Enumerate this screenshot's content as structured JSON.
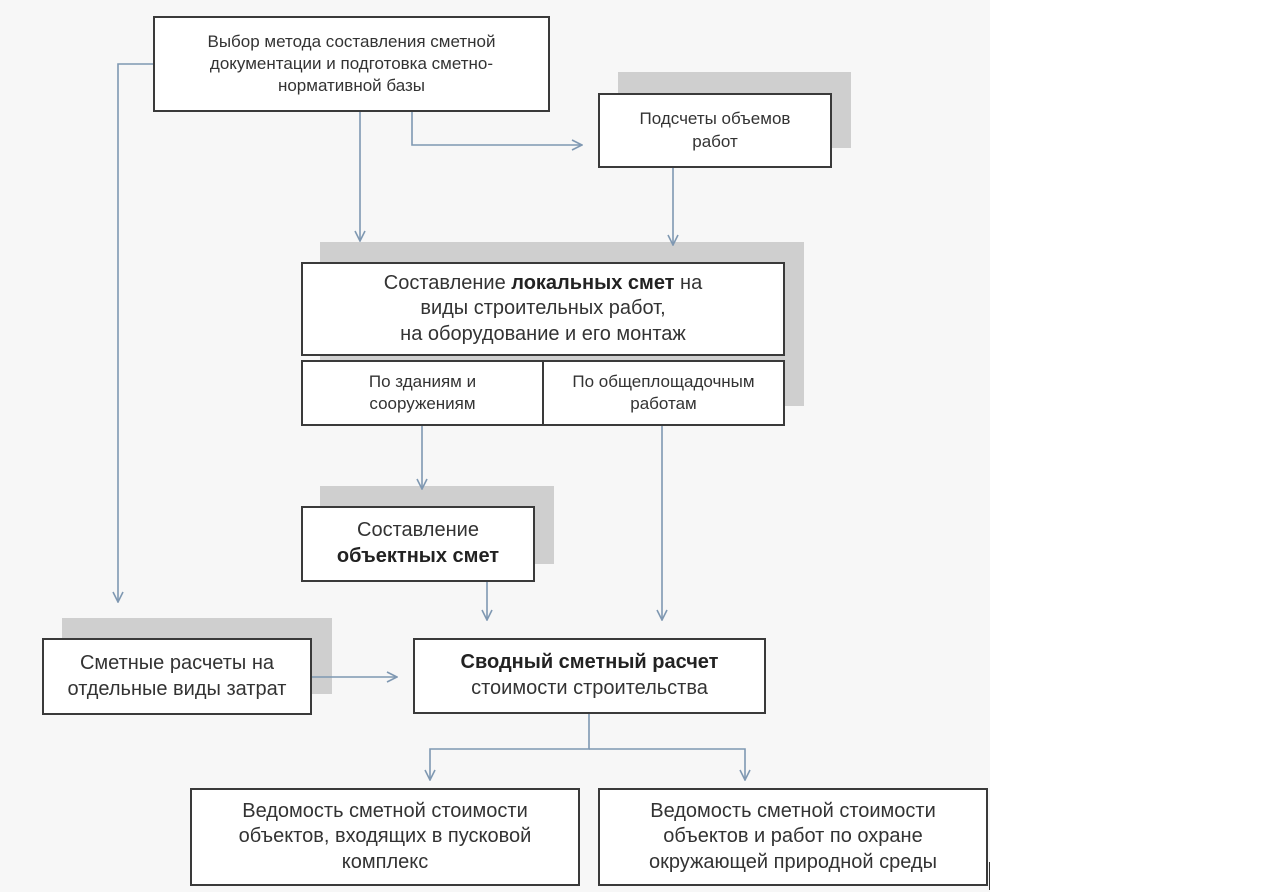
{
  "colors": {
    "border": "#3a3a3a",
    "arrow": "#7f98b2",
    "shadow": "#cfcfcf",
    "text": "#333333"
  },
  "nodes": {
    "method_selection": "Выбор метода составления сметной\nдокументации и подготовка сметно-\nнормативной базы",
    "volume_counts": "Подсчеты объемов\nработ",
    "local_estimates": {
      "part1": "Составление ",
      "bold": "локальных смет",
      "part2": " на\nвиды строительных  работ,\nна оборудование и его монтаж"
    },
    "by_buildings": "По зданиям и\nсооружениям",
    "by_sitewide_works": "По общеплощадочным\nработам",
    "object_estimates": {
      "part1": "Составление\n",
      "bold": "объектных смет"
    },
    "separate_cost_calcs": "Сметные расчеты на\nотдельные виды затрат",
    "summary_calc": {
      "bold": "Сводный сметный расчет",
      "part2": "\nстоимости строительства"
    },
    "startup_complex_statement": "Ведомость сметной стоимости\nобъектов, входящих в пусковой\nкомплекс",
    "environment_statement": "Ведомость сметной стоимости\nобъектов и работ по охране\nокружающей природной среды"
  }
}
